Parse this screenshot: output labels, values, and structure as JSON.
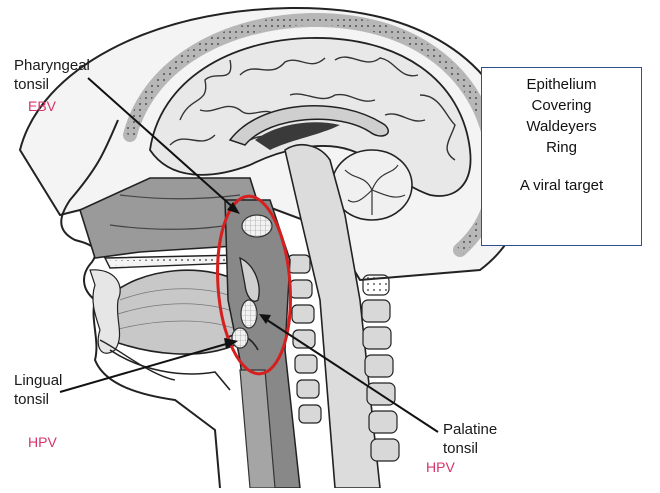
{
  "labels": {
    "pharyngeal": {
      "line1": "Pharyngeal",
      "line2": "tonsil",
      "virus": "EBV"
    },
    "lingual": {
      "line1": "Lingual",
      "line2": "tonsil",
      "virus": "HPV"
    },
    "palatine": {
      "line1": "Palatine",
      "line2": "tonsil",
      "virus": "HPV"
    }
  },
  "info_box": {
    "lines": [
      "Epithelium",
      "Covering",
      "Waldeyers",
      "Ring"
    ],
    "target": "A viral target"
  },
  "colors": {
    "virus_text": "#d6336c",
    "highlight_ellipse": "#d62020",
    "box_border": "#2f4f8f"
  }
}
